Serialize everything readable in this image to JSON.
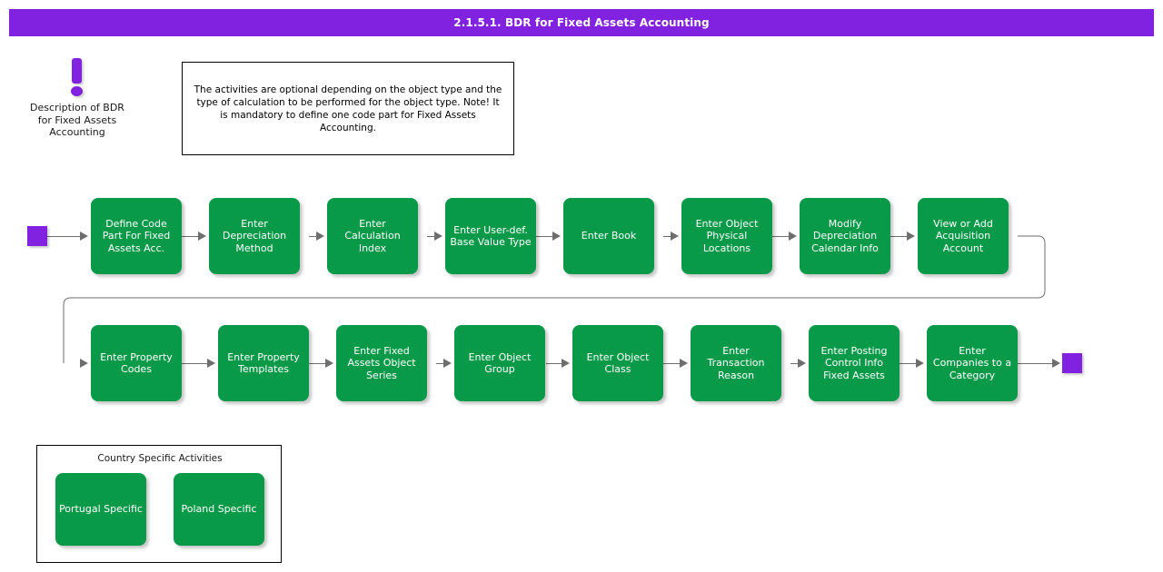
{
  "header": {
    "title": "2.1.5.1. BDR for Fixed Assets Accounting",
    "bar_color": "#8122e0",
    "text_color": "#ffffff"
  },
  "description": {
    "icon": "exclamation-icon",
    "icon_color": "#8122e0",
    "label": "Description of BDR\nfor Fixed Assets\nAccounting"
  },
  "note": {
    "text": "The activities are optional depending on the object type and the type of calculation to be performed for the object type. Note! It is mandatory to define one code part for Fixed Assets Accounting."
  },
  "theme": {
    "node_fill": "#089949",
    "node_text": "#ffffff",
    "connector": "#6e6e6e",
    "terminator": "#8122e0",
    "page_background": "#ffffff",
    "border": "#000000"
  },
  "flow": {
    "start_marker": "start-terminator",
    "end_marker": "end-terminator",
    "row1": [
      {
        "id": "define-code-part-for-fixed-assets-acc",
        "label": "Define Code\nPart For Fixed\nAssets Acc."
      },
      {
        "id": "enter-depreciation-method",
        "label": "Enter\nDepreciation\nMethod"
      },
      {
        "id": "enter-calculation-index",
        "label": "Enter\nCalculation\nIndex"
      },
      {
        "id": "enter-user-def-base-value-type",
        "label": "Enter User-def.\nBase Value Type"
      },
      {
        "id": "enter-book",
        "label": "Enter Book"
      },
      {
        "id": "enter-object-physical-locations",
        "label": "Enter Object\nPhysical\nLocations"
      },
      {
        "id": "modify-depreciation-calendar-info",
        "label": "Modify\nDepreciation\nCalendar Info"
      },
      {
        "id": "view-or-add-acquisition-account",
        "label": "View or Add\nAcquisition\nAccount"
      }
    ],
    "row2": [
      {
        "id": "enter-property-codes",
        "label": "Enter Property\nCodes"
      },
      {
        "id": "enter-property-templates",
        "label": "Enter Property\nTemplates"
      },
      {
        "id": "enter-fixed-assets-object-series",
        "label": "Enter Fixed\nAssets Object\nSeries"
      },
      {
        "id": "enter-object-group",
        "label": "Enter Object\nGroup"
      },
      {
        "id": "enter-object-class",
        "label": "Enter Object\nClass"
      },
      {
        "id": "enter-transaction-reason",
        "label": "Enter\nTransaction\nReason"
      },
      {
        "id": "enter-posting-control-info-fixed-assets",
        "label": "Enter Posting\nControl Info\nFixed Assets"
      },
      {
        "id": "enter-companies-to-a-category",
        "label": "Enter\nCompanies to a\nCategory"
      }
    ]
  },
  "country_group": {
    "title": "Country Specific Activities",
    "items": [
      {
        "id": "portugal-specific",
        "label": "Portugal Specific"
      },
      {
        "id": "poland-specific",
        "label": "Poland Specific"
      }
    ]
  }
}
